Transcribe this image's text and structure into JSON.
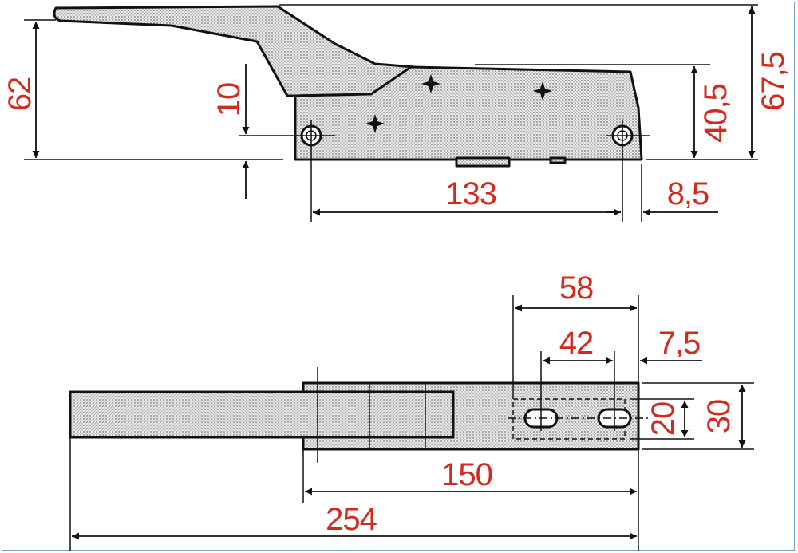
{
  "colors": {
    "dimension_text": "#d22a1e",
    "line": "#111111",
    "frame": "#6fa4c8"
  },
  "dimensions": {
    "side_view": {
      "total_height": "67,5",
      "lever_height": "62",
      "base_height": "40,5",
      "pin_offset": "10",
      "hole_spacing": "133",
      "edge_offset": "8,5"
    },
    "top_view": {
      "slot_span": "58",
      "slot_spacing": "42",
      "slot_edge_offset": "7,5",
      "slot_band_width": "20",
      "body_width": "30",
      "base_length": "150",
      "total_length": "254"
    }
  }
}
